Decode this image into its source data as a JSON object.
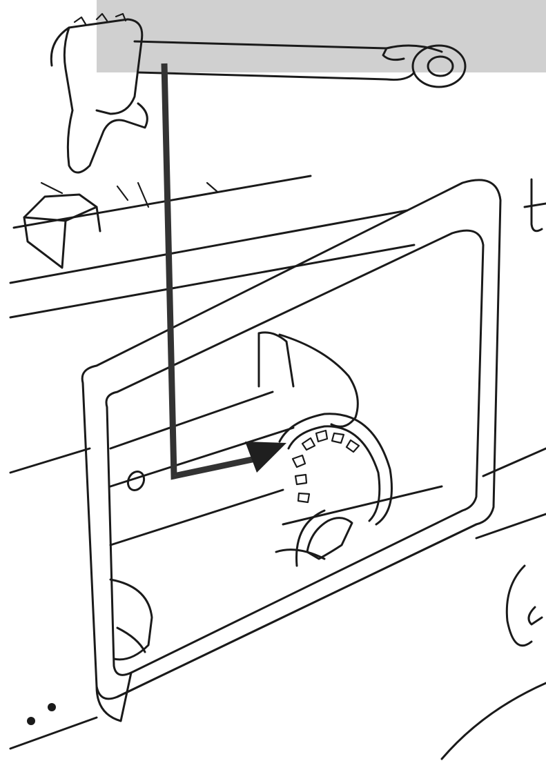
{
  "watermark": {
    "text": "",
    "color": "#c8c8c8"
  },
  "colors": {
    "line": "#1a1a1a",
    "arrow": "#333333",
    "background": "#ffffff"
  },
  "callout": {
    "type": "arrow",
    "from": "crank-handle",
    "to": "splined-socket"
  }
}
